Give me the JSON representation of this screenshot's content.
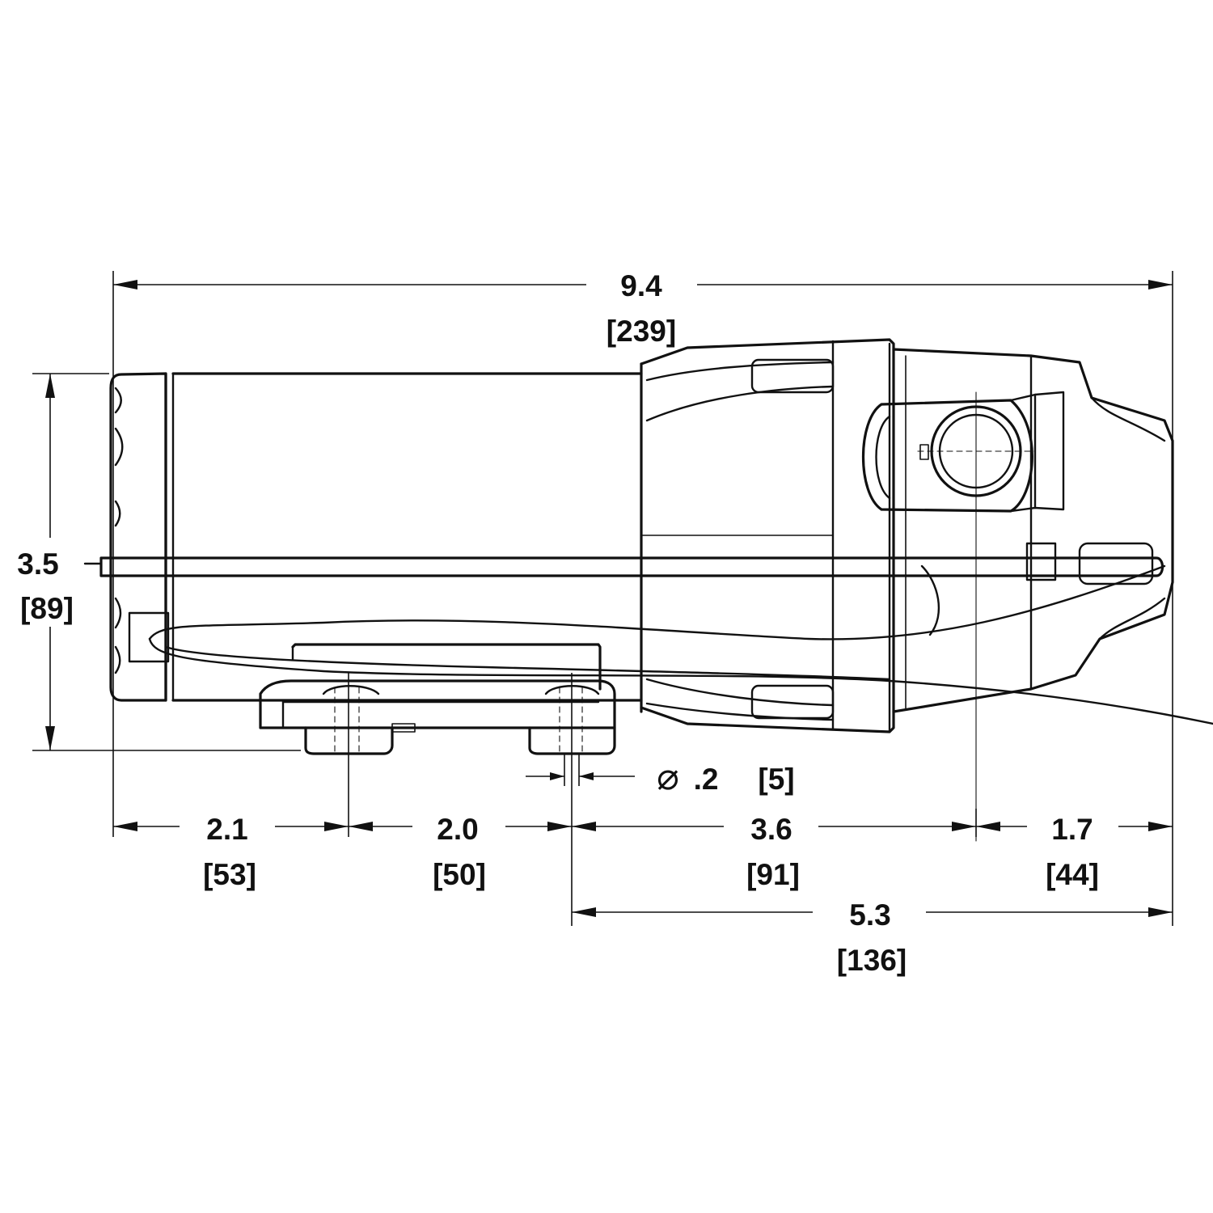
{
  "dimensions": {
    "overall_length": {
      "inches": "9.4",
      "mm": "[239]"
    },
    "height": {
      "inches": "3.5",
      "mm": "[89]"
    },
    "end_to_first_hole": {
      "inches": "2.1",
      "mm": "[53]"
    },
    "hole_spacing": {
      "inches": "2.0",
      "mm": "[50]"
    },
    "hole_to_port": {
      "inches": "3.6",
      "mm": "[91]"
    },
    "port_to_end": {
      "inches": "1.7",
      "mm": "[44]"
    },
    "hole_to_end": {
      "inches": "5.3",
      "mm": "[136]"
    },
    "hole_diameter": {
      "symbol": "⌀",
      "inches": ".2",
      "mm": "[5]"
    }
  }
}
